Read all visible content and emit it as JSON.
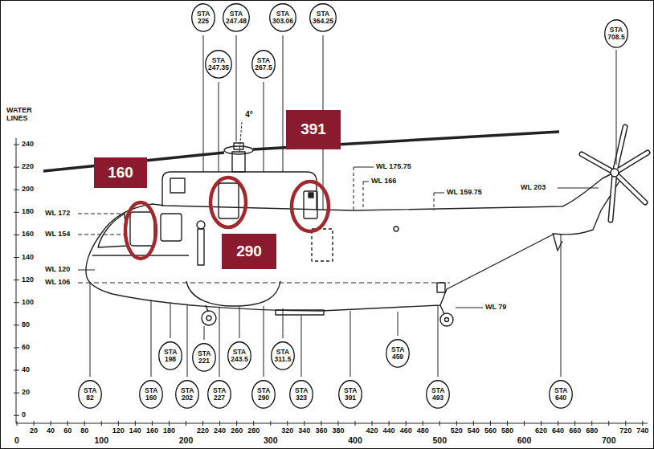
{
  "diagram": {
    "nodes": [
      {
        "text": [
          "STA 225"
        ]
      },
      {
        "text": [
          "STA 247.48"
        ]
      },
      {
        "text": [
          "STA 303.06"
        ]
      },
      {
        "text": [
          "STA 364.25"
        ]
      },
      {
        "text": [
          "STA 708.5"
        ]
      },
      {
        "text": [
          "STA 247.35"
        ]
      },
      {
        "text": [
          "STA 267.5"
        ]
      },
      {
        "text": [
          "391"
        ]
      },
      {
        "text": [
          "160"
        ]
      },
      {
        "text": [
          "290"
        ]
      },
      {
        "text": [
          "STA 198"
        ]
      },
      {
        "text": [
          "STA 221"
        ]
      },
      {
        "text": [
          "STA 243.5"
        ]
      },
      {
        "text": [
          "STA 311.5"
        ]
      },
      {
        "text": [
          "STA 459"
        ]
      },
      {
        "text": [
          "STA 82"
        ]
      },
      {
        "text": [
          "STA 160"
        ]
      },
      {
        "text": [
          "STA 202"
        ]
      },
      {
        "text": [
          "STA 227"
        ]
      },
      {
        "text": [
          "STA 290"
        ]
      },
      {
        "text": [
          "STA 323"
        ]
      },
      {
        "text": [
          "STA 391"
        ]
      },
      {
        "text": [
          "STA 493"
        ]
      },
      {
        "text": [
          "STA 640"
        ]
      }
    ],
    "labels": [
      "WATER LINES",
      "240",
      "220",
      "200",
      "180",
      "160",
      "140",
      "120",
      "100",
      "80",
      "60",
      "40",
      "20",
      "0",
      "WL 172",
      "WL 154",
      "WL 120",
      "WL 106",
      "4°",
      "WL 175.75",
      "WL 166",
      "WL 159.75",
      "WL 203",
      "WL 79",
      "0",
      "20",
      "40",
      "60",
      "80",
      "100",
      "120",
      "140",
      "160",
      "180",
      "200",
      "220",
      "240",
      "260",
      "280",
      "300",
      "320",
      "340",
      "360",
      "380",
      "400",
      "420",
      "440",
      "460",
      "480",
      "500",
      "520",
      "540",
      "560",
      "580",
      "600",
      "620",
      "640",
      "660",
      "680",
      "700",
      "720",
      "740"
    ]
  }
}
